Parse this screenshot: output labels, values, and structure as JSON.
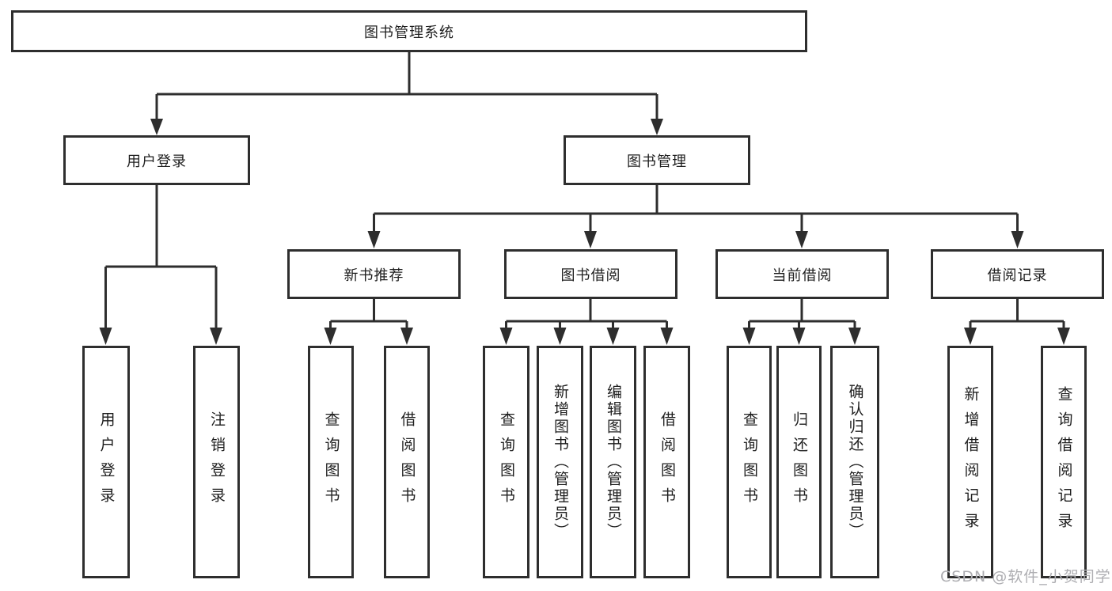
{
  "diagram": {
    "root": {
      "label": "图书管理系统"
    },
    "level2": [
      {
        "label": "用户登录"
      },
      {
        "label": "图书管理"
      }
    ],
    "level3": [
      {
        "label": "新书推荐"
      },
      {
        "label": "图书借阅"
      },
      {
        "label": "当前借阅"
      },
      {
        "label": "借阅记录"
      }
    ],
    "leaves": {
      "user_login": [
        {
          "label": "用户登录"
        },
        {
          "label": "注销登录"
        }
      ],
      "new_books": [
        {
          "label": "查询图书"
        },
        {
          "label": "借阅图书"
        }
      ],
      "book_borrow": [
        {
          "label": "查询图书"
        },
        {
          "label": "新增图书（管理员）"
        },
        {
          "label": "编辑图书（管理员）"
        },
        {
          "label": "借阅图书"
        }
      ],
      "current_borrow": [
        {
          "label": "查询图书"
        },
        {
          "label": "归还图书"
        },
        {
          "label": "确认归还（管理员）"
        }
      ],
      "borrow_records": [
        {
          "label": "新增借阅记录"
        },
        {
          "label": "查询借阅记录"
        }
      ]
    }
  },
  "watermark": {
    "text": "CSDN @软件_小贺同学"
  },
  "colors": {
    "line": "#2e2e2e",
    "box_fill": "#ffffff",
    "text": "#1e1e1e",
    "watermark": "#aeaeb2",
    "background": "#ffffff"
  }
}
